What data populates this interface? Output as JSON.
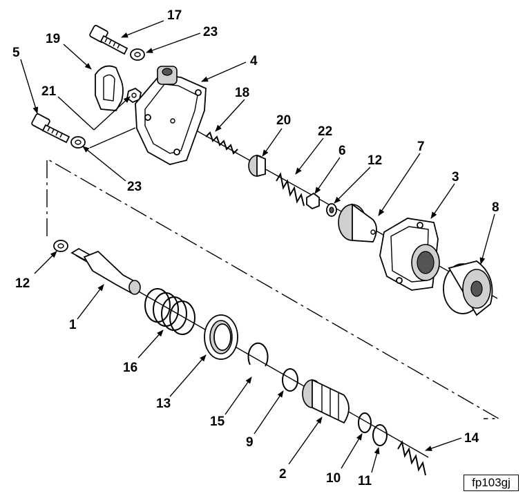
{
  "figure_id": "fp103gj",
  "callouts": {
    "c1": "1",
    "c2": "2",
    "c3": "3",
    "c4": "4",
    "c5": "5",
    "c6": "6",
    "c7": "7",
    "c8": "8",
    "c9": "9",
    "c10": "10",
    "c11": "11",
    "c12a": "12",
    "c12b": "12",
    "c13": "13",
    "c14": "14",
    "c15": "15",
    "c16": "16",
    "c17": "17",
    "c18": "18",
    "c19": "19",
    "c20": "20",
    "c21": "21",
    "c22": "22",
    "c23a": "23",
    "c23b": "23"
  }
}
